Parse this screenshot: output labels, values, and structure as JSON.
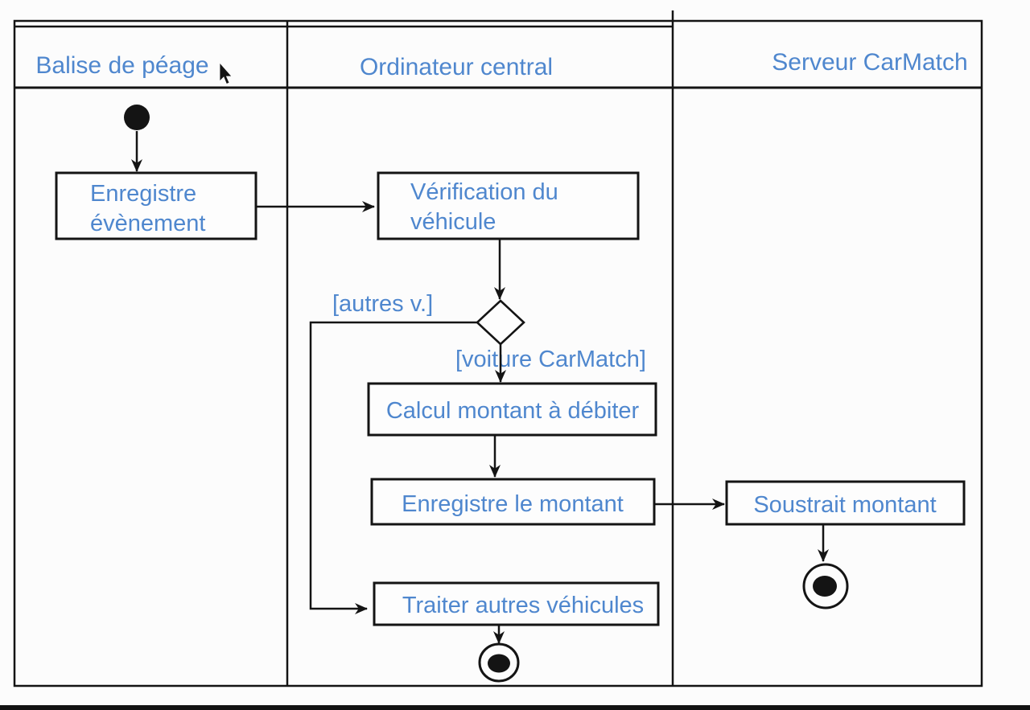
{
  "diagram": {
    "type": "uml-activity-swimlane-diagram",
    "lanes": [
      {
        "label": "Balise de péage"
      },
      {
        "label": "Ordinateur central"
      },
      {
        "label": "Serveur CarMatch"
      }
    ],
    "nodes": {
      "start_icon": "initial-node-filled-circle",
      "enregistre_evenement": {
        "line1": "Enregistre",
        "line2": "évènement"
      },
      "verification_vehicule": {
        "line1": "Vérification du",
        "line2": "véhicule"
      },
      "calcul_montant": {
        "label": "Calcul montant à débiter"
      },
      "enregistre_montant": {
        "label": "Enregistre le montant"
      },
      "soustrait_montant": {
        "label": "Soustrait montant"
      },
      "traiter_autres_vehicules": {
        "label": "Traiter autres véhicules"
      },
      "final_icon_serveur": "activity-final-node",
      "final_icon_ordinateur": "activity-final-node",
      "decision_icon": "decision-diamond"
    },
    "guards": {
      "autres_v": "[autres v.]",
      "voiture_carmatch": "[voiture CarMatch]"
    },
    "cursor_icon": "mouse-pointer",
    "colors": {
      "label_blue": "#4f87ce",
      "line_black": "#141414",
      "background": "#fcfcfc"
    }
  }
}
